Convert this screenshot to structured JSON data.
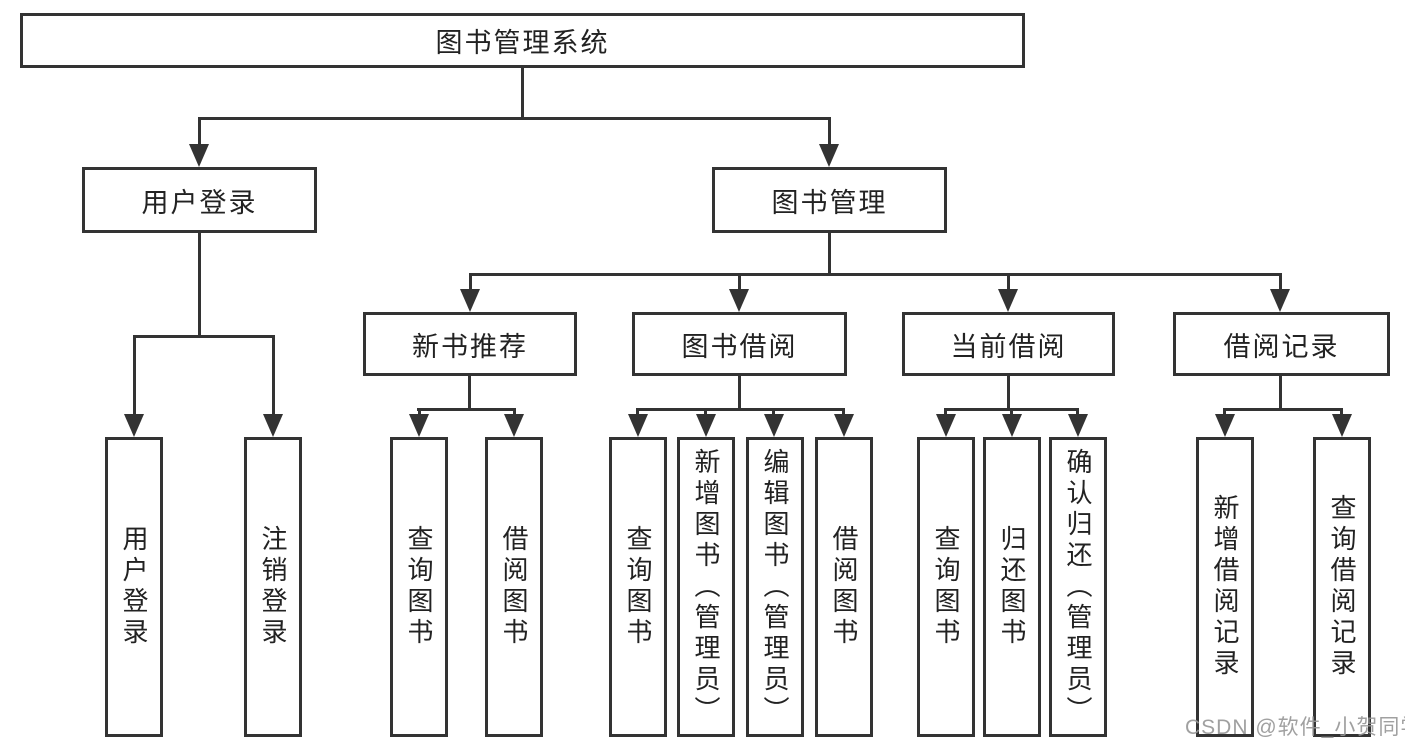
{
  "tree": {
    "label": "图书管理系统",
    "children": [
      {
        "label": "用户登录",
        "children": [
          {
            "label": "用户登录"
          },
          {
            "label": "注销登录"
          }
        ]
      },
      {
        "label": "图书管理",
        "children": [
          {
            "label": "新书推荐",
            "children": [
              {
                "label": "查询图书"
              },
              {
                "label": "借阅图书"
              }
            ]
          },
          {
            "label": "图书借阅",
            "children": [
              {
                "label": "查询图书"
              },
              {
                "label": "新增图书（管理员）"
              },
              {
                "label": "编辑图书（管理员）"
              },
              {
                "label": "借阅图书"
              }
            ]
          },
          {
            "label": "当前借阅",
            "children": [
              {
                "label": "查询图书"
              },
              {
                "label": "归还图书"
              },
              {
                "label": "确认归还（管理员）"
              }
            ]
          },
          {
            "label": "借阅记录",
            "children": [
              {
                "label": "新增借阅记录"
              },
              {
                "label": "查询借阅记录"
              }
            ]
          }
        ]
      }
    ]
  },
  "watermark": {
    "text": "CSDN @软件_小贺同学"
  },
  "colors": {
    "line": "#333333",
    "text": "#222222",
    "background": "#ffffff",
    "watermark": "#969696"
  }
}
